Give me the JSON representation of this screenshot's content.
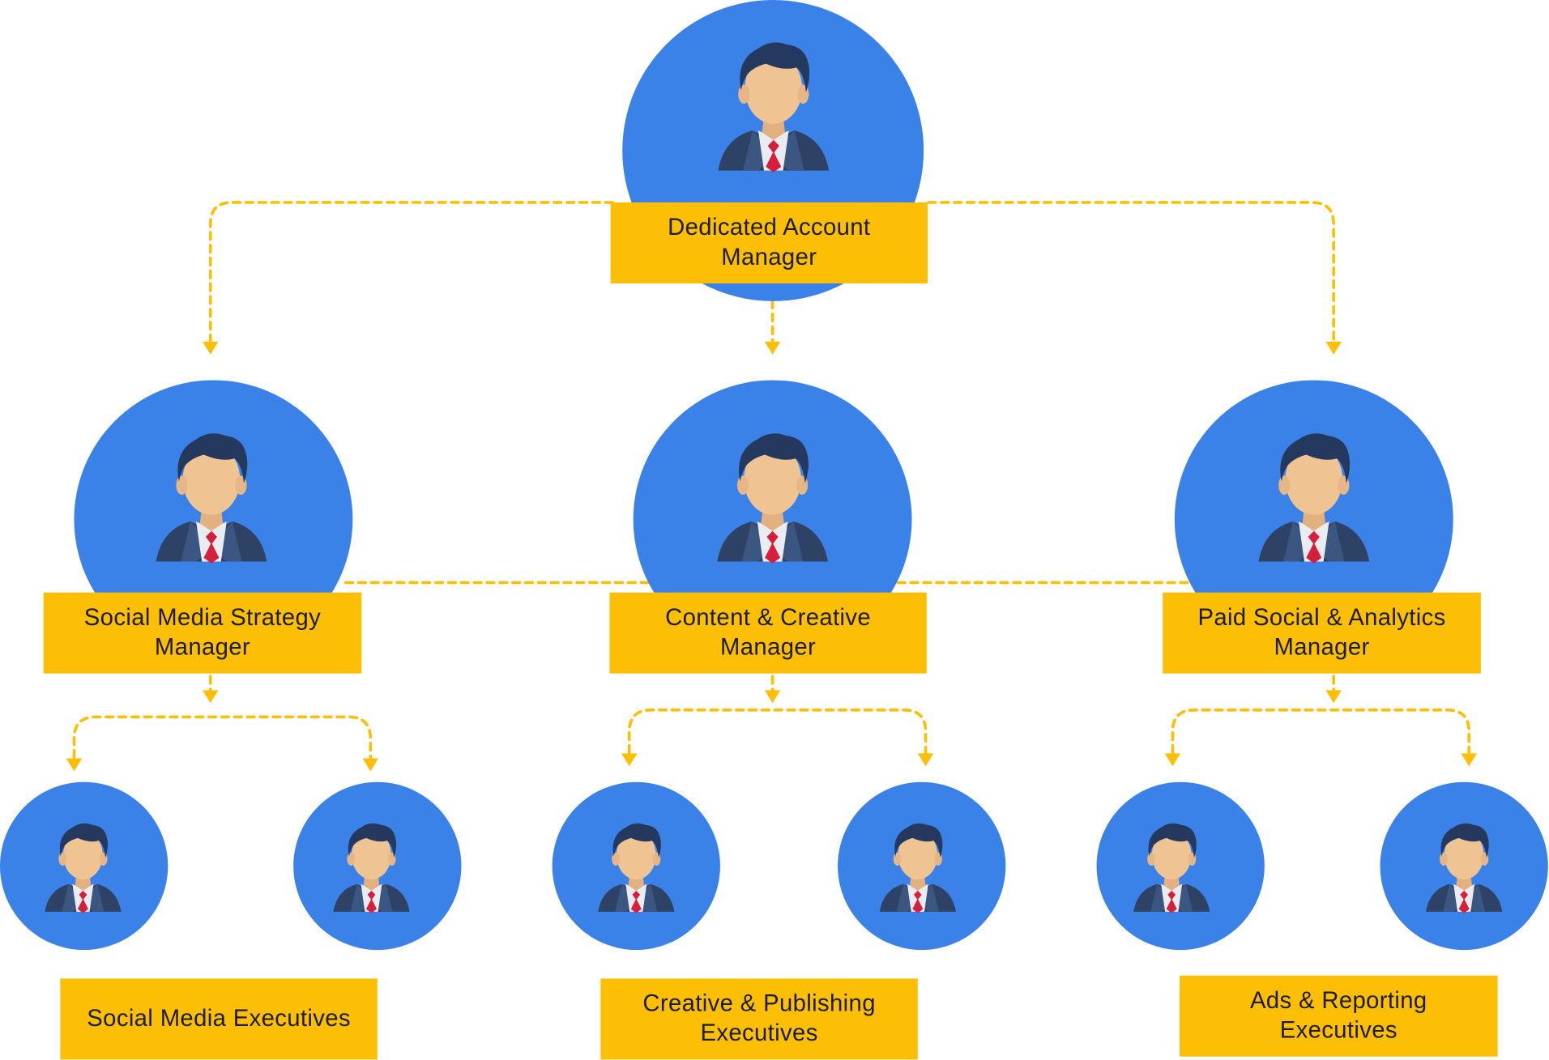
{
  "colors": {
    "node_circle": "#3b82e8",
    "label_box": "#fdbf05",
    "connector": "#fdbf05",
    "label_text": "#1c1c1c"
  },
  "icons": {
    "person": "businessman-avatar-icon"
  },
  "org_chart": {
    "top": {
      "label": "Dedicated Account Manager"
    },
    "managers": [
      {
        "label": "Social Media Strategy Manager"
      },
      {
        "label": "Content & Creative Manager"
      },
      {
        "label": "Paid Social & Analytics Manager"
      }
    ],
    "executive_groups": [
      {
        "label": "Social Media Executives",
        "members": 2
      },
      {
        "label": "Creative & Publishing Executives",
        "members": 2
      },
      {
        "label": "Ads & Reporting Executives",
        "members": 2
      }
    ]
  }
}
